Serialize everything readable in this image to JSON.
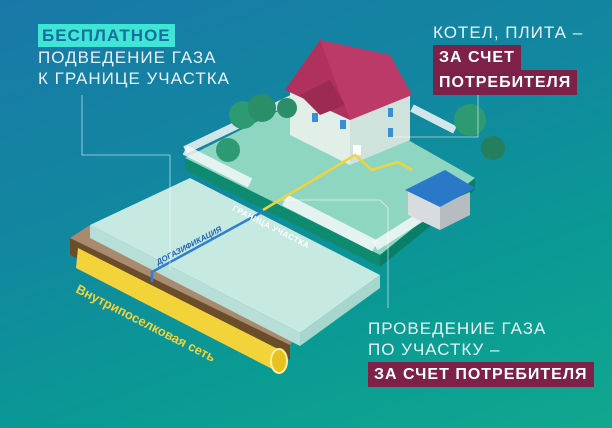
{
  "colors": {
    "background_start": "#1a78a8",
    "background_end": "#10a88e",
    "highlight_free": "#3fe6d6",
    "highlight_consumer": "#7d2149",
    "pipe_yellow": "#f2d43a",
    "roof": "#b0305e",
    "garage_roof": "#2a78c8",
    "lawn": "#8ed6c2",
    "boundary_strip": "#0e8a6e",
    "soil": "#a98a6e"
  },
  "callouts": {
    "free": {
      "highlight": "БЕСПЛАТНОЕ",
      "line1": "ПОДВЕДЕНИЕ ГАЗА",
      "line2": "К ГРАНИЦЕ УЧАСТКА"
    },
    "boiler": {
      "line1": "КОТЕЛ, ПЛИТА –",
      "highlight1": "ЗА СЧЕТ",
      "highlight2": "ПОТРЕБИТЕЛЯ"
    },
    "onsite": {
      "line1": "ПРОВЕДЕНИЕ ГАЗА",
      "line2": "ПО УЧАСТКУ –",
      "highlight": "ЗА СЧЕТ ПОТРЕБИТЕЛЯ"
    }
  },
  "diagram_labels": {
    "boundary": "ГРАНИЦА УЧАСТКА",
    "gasification": "ДОГАЗИФИКАЦИЯ",
    "network": "Внутрипоселковая сеть"
  }
}
